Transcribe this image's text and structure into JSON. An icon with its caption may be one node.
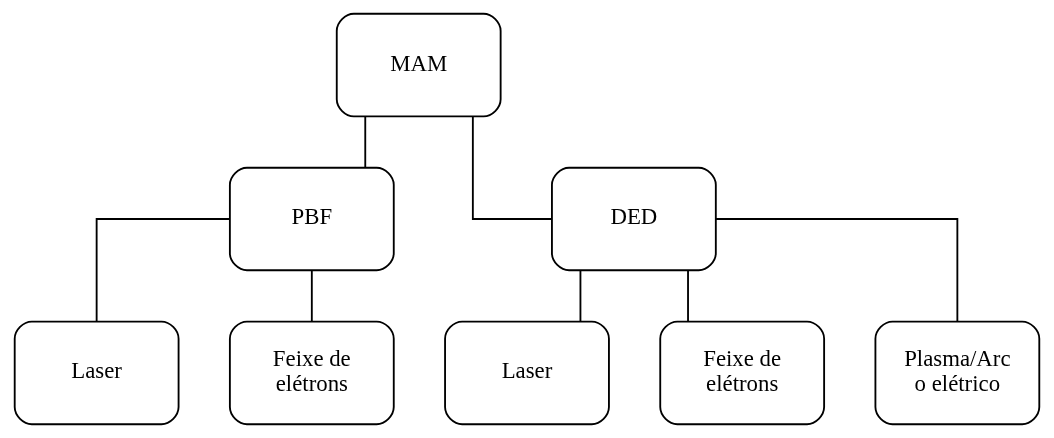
{
  "diagram": {
    "nodes": [
      {
        "text": [
          "MAM"
        ]
      },
      {
        "text": [
          "PBF"
        ]
      },
      {
        "text": [
          "DED"
        ]
      },
      {
        "text": [
          "Laser"
        ]
      },
      {
        "text": [
          "Feixe de elétrons"
        ]
      },
      {
        "text": [
          "Laser"
        ]
      },
      {
        "text": [
          "Feixe de elétrons"
        ]
      },
      {
        "text": [
          "Plasma/Arc o elétrico"
        ]
      }
    ],
    "edges": [
      {
        "from": 0,
        "to": 1,
        "arrow": "none"
      },
      {
        "from": 0,
        "to": 2,
        "arrow": "none"
      },
      {
        "from": 1,
        "to": 3,
        "arrow": "none"
      },
      {
        "from": 1,
        "to": 4,
        "arrow": "none"
      },
      {
        "from": 2,
        "to": 5,
        "arrow": "none"
      },
      {
        "from": 2,
        "to": 6,
        "arrow": "none"
      },
      {
        "from": 2,
        "to": 7,
        "arrow": "none"
      }
    ]
  }
}
